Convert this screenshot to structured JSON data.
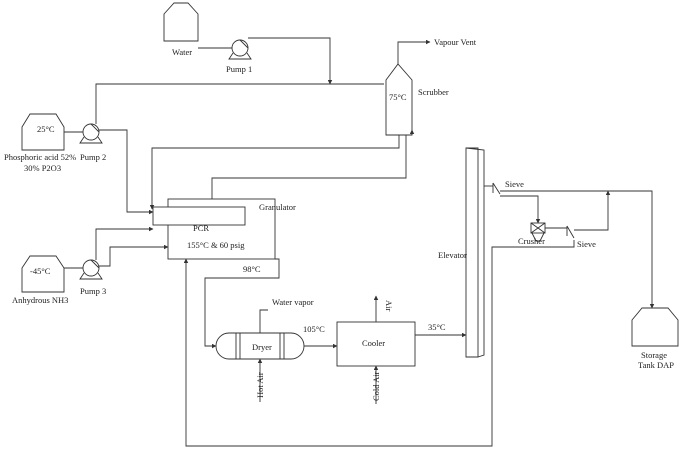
{
  "diagram": {
    "labels": {
      "water": "Water",
      "pump1": "Pump 1",
      "vapour_vent": "Vapour Vent",
      "scrubber": "Scrubber",
      "scrubber_temp": "75°C",
      "tank_p_temp": "25°C",
      "phosphoric_line1": "Phosphoric acid 52%",
      "phosphoric_line2": "30% P2O3",
      "pump2": "Pump 2",
      "granulator": "Granulator",
      "pcr": "PCR",
      "pcr_cond": "155°C & 60 psig",
      "nh3_temp": "-45°C",
      "anhydrous": "Anhydrous NH3",
      "pump3": "Pump 3",
      "t98": "98°C",
      "water_vapor": "Water vapor",
      "t105": "105°C",
      "dryer": "Dryer",
      "cooler": "Cooler",
      "air": "Air",
      "t35": "35°C",
      "hot_air": "Hot Air",
      "cold_air": "Cold Air",
      "elevator": "Elevator",
      "sieve1": "Sieve",
      "crusher": "Crusher",
      "sieve2": "Sieve",
      "storage1": "Storage",
      "storage2": "Tank DAP"
    }
  }
}
